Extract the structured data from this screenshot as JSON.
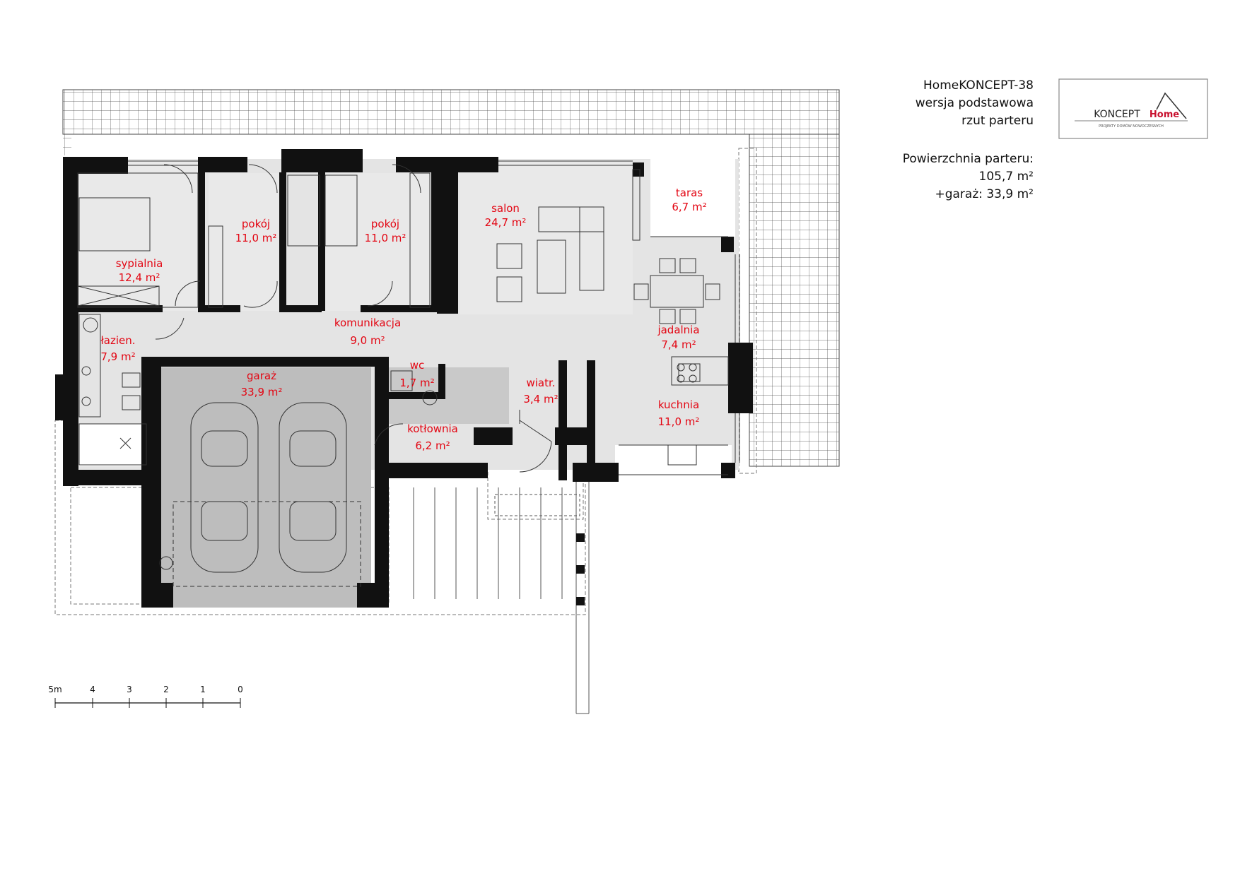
{
  "info": {
    "project_name": "HomeKONCEPT-38",
    "version": "wersja podstawowa",
    "view": "rzut parteru",
    "area_label": "Powierzchnia parteru:",
    "area_value": "105,7 m²",
    "garage_value": "+garaż: 33,9 m²"
  },
  "logo": {
    "home": "Home",
    "koncept": "KONCEPT",
    "tagline": "PROJEKTY DOMÓW NOWOCZESNYCH"
  },
  "rooms": [
    {
      "name": "sypialnia",
      "area": "12,4 m²"
    },
    {
      "name": "pokój",
      "area": "11,0 m²"
    },
    {
      "name": "pokój",
      "area": "11,0 m²"
    },
    {
      "name": "salon",
      "area": "24,7 m²"
    },
    {
      "name": "taras",
      "area": "6,7 m²"
    },
    {
      "name": "jadalnia",
      "area": "7,4 m²"
    },
    {
      "name": "komunikacja",
      "area": "9,0 m²"
    },
    {
      "name": "łazien.",
      "area": "7,9 m²"
    },
    {
      "name": "garaż",
      "area": "33,9 m²"
    },
    {
      "name": "wc",
      "area": "1,7 m²"
    },
    {
      "name": "wiatr.",
      "area": "3,4 m²"
    },
    {
      "name": "kuchnia",
      "area": "11,0 m²"
    },
    {
      "name": "kotłownia",
      "area": "6,2 m²"
    }
  ],
  "scale_bar": {
    "ticks": [
      "0",
      "1",
      "2",
      "3",
      "4",
      "5m"
    ]
  },
  "colors": {
    "wall": "#111111",
    "floor": "#e4e4e4",
    "garage": "#bdbdbd",
    "label": "#e30613",
    "logo_red": "#c8102e"
  }
}
